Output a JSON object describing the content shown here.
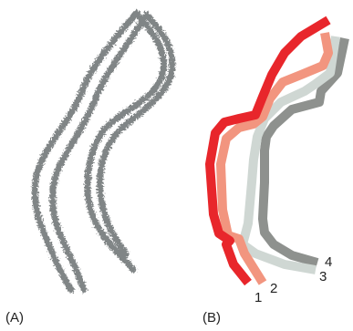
{
  "panels": {
    "a": {
      "label": "(A)"
    },
    "b": {
      "label": "(B)"
    }
  },
  "strands": [
    {
      "label": "1",
      "color": "#e8262b"
    },
    {
      "label": "2",
      "color": "#f2957f"
    },
    {
      "label": "3",
      "color": "#cfd7d3"
    },
    {
      "label": "4",
      "color": "#8e918e"
    }
  ],
  "micrograph_color": "#6b6f71"
}
